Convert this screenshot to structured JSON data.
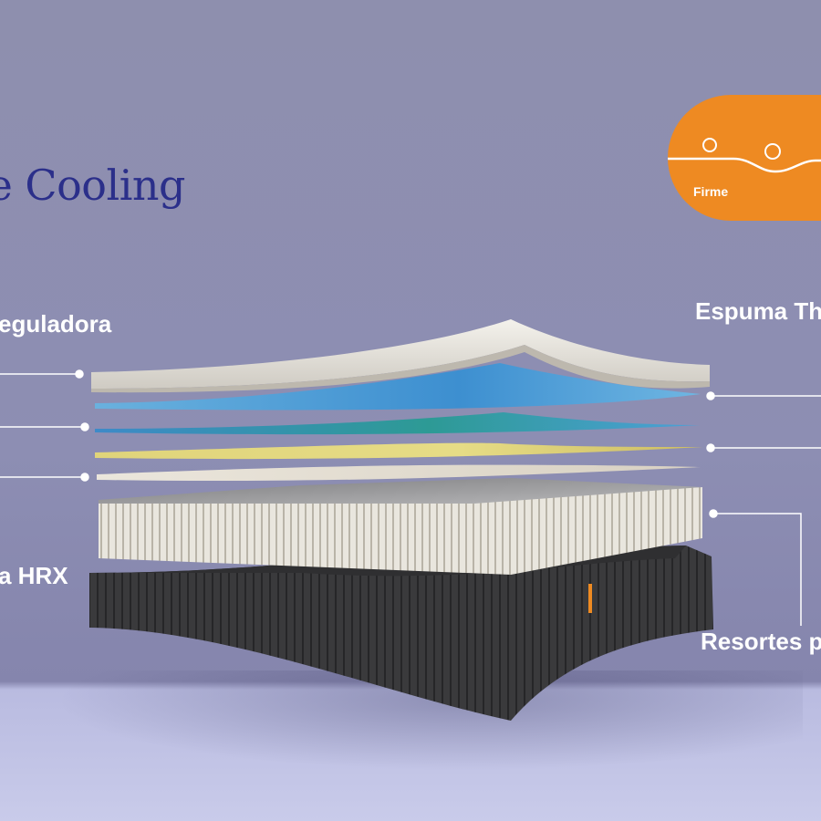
{
  "title": "uxe Cooling",
  "labels": {
    "top_left": "eguladora",
    "bottom_left": "a HRX",
    "top_right": "Espuma Th",
    "bottom_right": "Resortes p"
  },
  "firmness_badge": {
    "label": "Firme",
    "color": "#ee8a22"
  },
  "colors": {
    "background": "#8e8fae",
    "title": "#2b2f8a",
    "label_text": "#ffffff"
  },
  "icons": [
    "callout-dot-icon",
    "firmness-wave-icon"
  ]
}
